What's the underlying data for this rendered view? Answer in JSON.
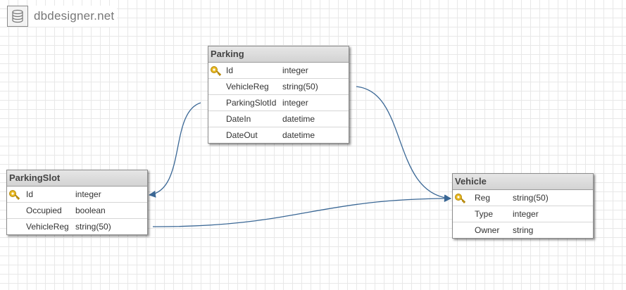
{
  "brand": {
    "name": "dbdesigner.net",
    "icon": "database-icon"
  },
  "colors": {
    "relation": "#3a6795",
    "key": "#e8b923"
  },
  "tables": {
    "parking": {
      "name": "Parking",
      "fields": [
        {
          "name": "Id",
          "type": "integer",
          "primary_key": true
        },
        {
          "name": "VehicleReg",
          "type": "string(50)"
        },
        {
          "name": "ParkingSlotId",
          "type": "integer"
        },
        {
          "name": "DateIn",
          "type": "datetime"
        },
        {
          "name": "DateOut",
          "type": "datetime"
        }
      ]
    },
    "parkingslot": {
      "name": "ParkingSlot",
      "fields": [
        {
          "name": "Id",
          "type": "integer",
          "primary_key": true
        },
        {
          "name": "Occupied",
          "type": "boolean"
        },
        {
          "name": "VehicleReg",
          "type": "string(50)"
        }
      ]
    },
    "vehicle": {
      "name": "Vehicle",
      "fields": [
        {
          "name": "Reg",
          "type": "string(50)",
          "primary_key": true
        },
        {
          "name": "Type",
          "type": "integer"
        },
        {
          "name": "Owner",
          "type": "string"
        }
      ]
    }
  },
  "relations": [
    {
      "from": "Parking.ParkingSlotId",
      "to": "ParkingSlot.Id"
    },
    {
      "from": "Parking.VehicleReg",
      "to": "Vehicle.Reg"
    },
    {
      "from": "ParkingSlot.VehicleReg",
      "to": "Vehicle.Reg"
    }
  ]
}
